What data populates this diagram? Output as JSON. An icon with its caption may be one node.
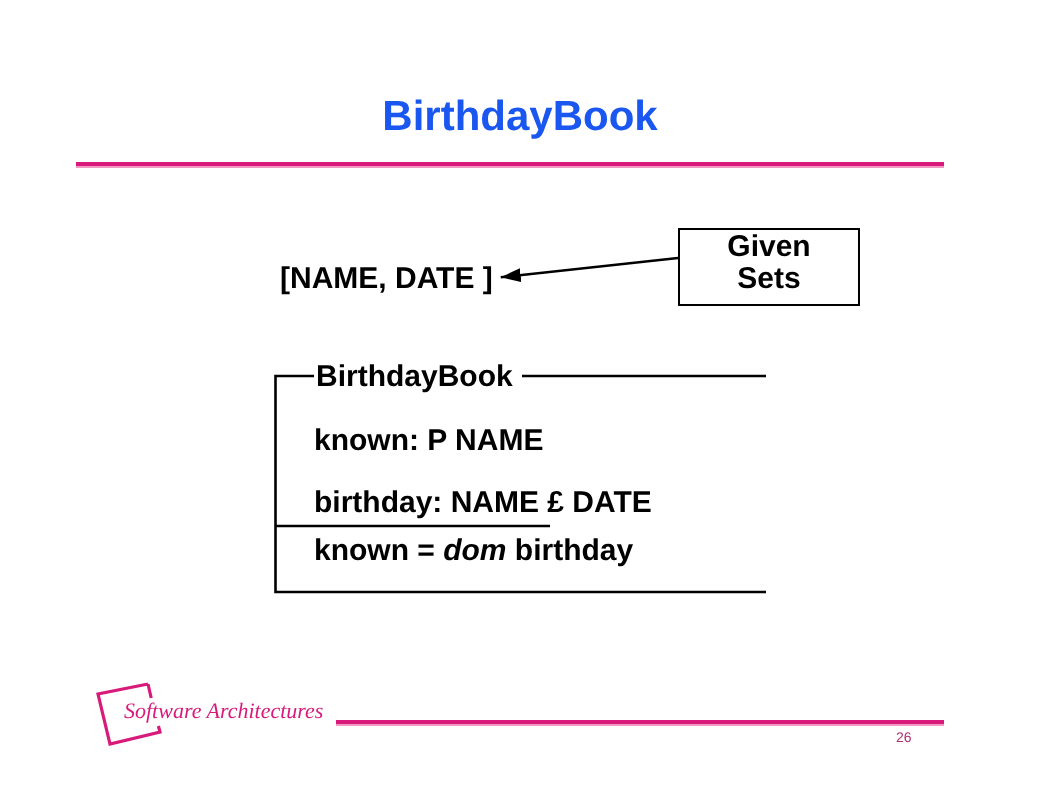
{
  "diagram": {
    "title": "BirthdayBook",
    "nodes": [
      {
        "text": [
          "[NAME, DATE ]"
        ]
      },
      {
        "text": [
          "Given Sets"
        ]
      },
      {
        "text": [
          "BirthdayBook",
          "known: P NAME",
          "birthday: NAME £ DATE",
          "known = *dom* birthday"
        ]
      }
    ],
    "edges": [
      {
        "from": 1,
        "to": 0,
        "arrow": "to"
      }
    ],
    "labels": [
      "Software Architectures",
      "26"
    ]
  }
}
